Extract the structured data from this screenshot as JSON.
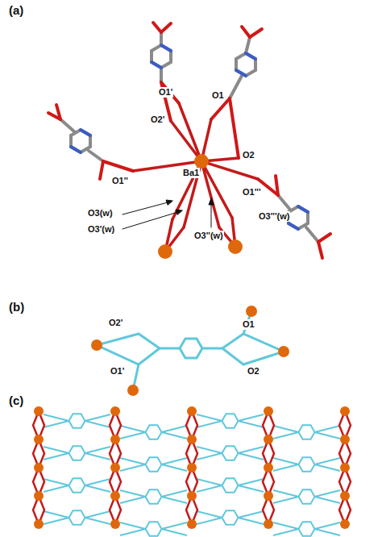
{
  "diagram": {
    "labels": [
      "(a)",
      "O1'",
      "O2'",
      "O1",
      "O1''",
      "O1'''",
      "Ba1",
      "O2",
      "O3(w)",
      "O3'(w)",
      "O3''(w)",
      "O3'''(w)",
      "(b)",
      "O2'",
      "O1'",
      "O1",
      "O2",
      "(c)"
    ]
  }
}
